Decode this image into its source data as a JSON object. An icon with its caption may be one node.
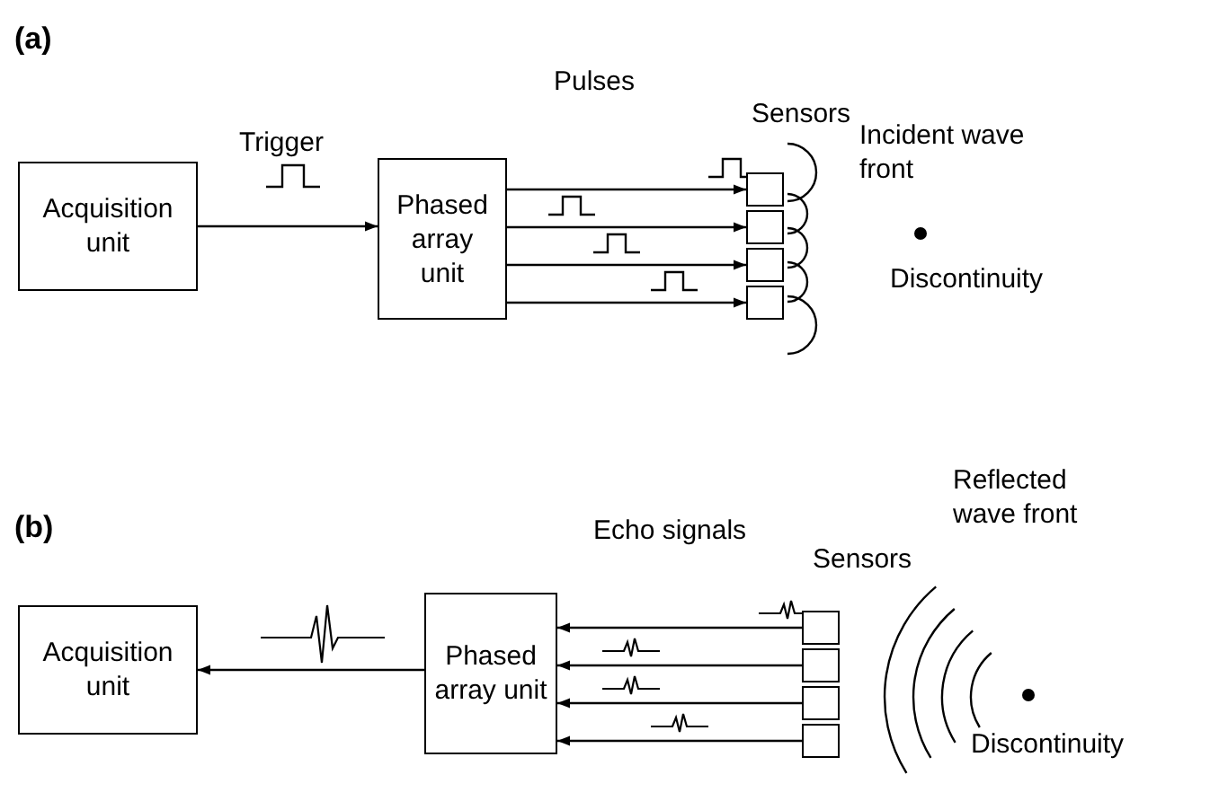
{
  "diagram": {
    "nodes": [
      {
        "text": [
          "Acquisition unit"
        ]
      },
      {
        "text": [
          "Phased array unit"
        ]
      },
      {
        "text": [],
        "shape": "box"
      },
      {
        "text": [],
        "shape": "box"
      },
      {
        "text": [],
        "shape": "box"
      },
      {
        "text": [],
        "shape": "box"
      },
      {
        "text": [
          "Acquisition unit"
        ]
      },
      {
        "text": [
          "Phased array unit"
        ]
      },
      {
        "text": [],
        "shape": "box"
      },
      {
        "text": [],
        "shape": "box"
      },
      {
        "text": [],
        "shape": "box"
      },
      {
        "text": [],
        "shape": "box"
      }
    ],
    "edges": [
      {
        "from": 0,
        "to": 1,
        "arrow": "to",
        "label": "Trigger"
      },
      {
        "from": 1,
        "to": 2,
        "arrow": "to"
      },
      {
        "from": 1,
        "to": 3,
        "arrow": "to"
      },
      {
        "from": 1,
        "to": 4,
        "arrow": "to"
      },
      {
        "from": 1,
        "to": 5,
        "arrow": "to"
      },
      {
        "from": 8,
        "to": 7,
        "arrow": "to"
      },
      {
        "from": 9,
        "to": 7,
        "arrow": "to"
      },
      {
        "from": 10,
        "to": 7,
        "arrow": "to"
      },
      {
        "from": 11,
        "to": 7,
        "arrow": "to"
      },
      {
        "from": 7,
        "to": 6,
        "arrow": "to"
      }
    ],
    "labels": [
      "(a)",
      "Pulses",
      "Sensors",
      "Incident wave front",
      "Discontinuity",
      "(b)",
      "Echo signals",
      "Sensors",
      "Reflected wave front",
      "Discontinuity"
    ]
  }
}
